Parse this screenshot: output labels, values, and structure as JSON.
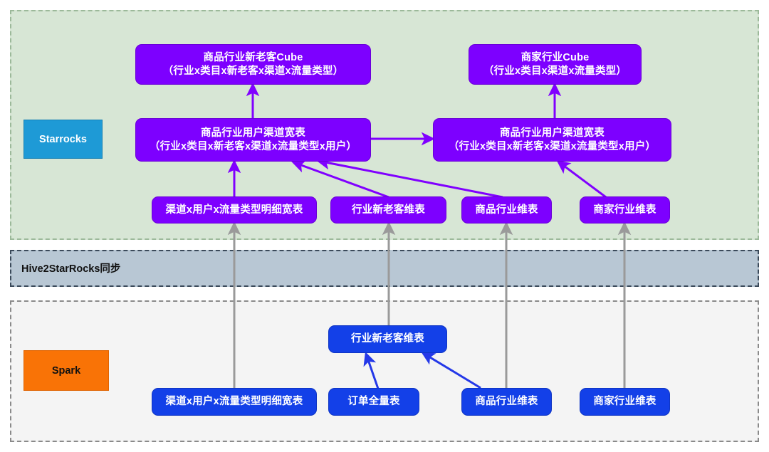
{
  "diagram": {
    "title": "Starrocks / Spark 数据分层链路图",
    "colors": {
      "purple_node": "#7d00ff",
      "blue_node": "#1340e8",
      "starrocks_band": "#d7e6d5",
      "sync_band": "#b8c7d4",
      "spark_band": "#f4f4f4",
      "starrocks_tag": "#1e9ad6",
      "spark_tag": "#f97306",
      "purple_arrow": "#8000ff",
      "blue_arrow": "#2438e8",
      "gray_arrow": "#9a9a9a"
    }
  },
  "bands": {
    "starrocks": {
      "tag_label": "Starrocks"
    },
    "sync": {
      "label": "Hive2StarRocks同步"
    },
    "spark": {
      "tag_label": "Spark"
    }
  },
  "starrocks_nodes": [
    {
      "id": "cube-product",
      "name": "product-industry-new-old-customer-cube",
      "label": "商品行业新老客Cube\n（行业x类目x新老客x渠道x流量类型）"
    },
    {
      "id": "cube-merchant",
      "name": "merchant-industry-cube",
      "label": "商家行业Cube\n（行业x类目x渠道x流量类型）"
    },
    {
      "id": "wide-left",
      "name": "product-industry-user-channel-wide-table-left",
      "label": "商品行业用户渠道宽表\n（行业x类目x新老客x渠道x流量类型x用户）"
    },
    {
      "id": "wide-right",
      "name": "product-industry-user-channel-wide-table-right",
      "label": "商品行业用户渠道宽表\n（行业x类目x新老客x渠道x流量类型x用户）"
    },
    {
      "id": "sr-detail",
      "name": "channel-user-traffic-type-detail-wide-table",
      "label": "渠道x用户x流量类型明细宽表"
    },
    {
      "id": "sr-dim-newold",
      "name": "industry-new-old-customer-dim-table",
      "label": "行业新老客维表"
    },
    {
      "id": "sr-dim-product",
      "name": "product-industry-dim-table",
      "label": "商品行业维表"
    },
    {
      "id": "sr-dim-merchant",
      "name": "merchant-industry-dim-table",
      "label": "商家行业维表"
    }
  ],
  "spark_nodes": [
    {
      "id": "sp-dim-newold",
      "name": "industry-new-old-customer-dim-table",
      "label": "行业新老客维表"
    },
    {
      "id": "sp-detail",
      "name": "channel-user-traffic-type-detail-wide-table",
      "label": "渠道x用户x流量类型明细宽表"
    },
    {
      "id": "sp-order",
      "name": "order-full-table",
      "label": "订单全量表"
    },
    {
      "id": "sp-dim-product",
      "name": "product-industry-dim-table",
      "label": "商品行业维表"
    },
    {
      "id": "sp-dim-merchant",
      "name": "merchant-industry-dim-table",
      "label": "商家行业维表"
    }
  ],
  "edges": [
    {
      "from": "wide-left",
      "to": "cube-product",
      "color": "purple"
    },
    {
      "from": "wide-right",
      "to": "cube-merchant",
      "color": "purple"
    },
    {
      "from": "wide-left",
      "to": "wide-right",
      "color": "purple"
    },
    {
      "from": "sr-detail",
      "to": "wide-left",
      "color": "purple"
    },
    {
      "from": "sr-dim-newold",
      "to": "wide-left",
      "color": "purple"
    },
    {
      "from": "sr-dim-product",
      "to": "wide-left",
      "color": "purple"
    },
    {
      "from": "sr-dim-merchant",
      "to": "wide-right",
      "color": "purple"
    },
    {
      "from": "sp-order",
      "to": "sp-dim-newold",
      "color": "blue"
    },
    {
      "from": "sp-dim-product",
      "to": "sp-dim-newold",
      "color": "blue"
    },
    {
      "from": "sp-detail",
      "to": "sr-detail",
      "color": "gray"
    },
    {
      "from": "sp-dim-newold",
      "to": "sr-dim-newold",
      "color": "gray"
    },
    {
      "from": "sp-dim-product",
      "to": "sr-dim-product",
      "color": "gray"
    },
    {
      "from": "sp-dim-merchant",
      "to": "sr-dim-merchant",
      "color": "gray"
    }
  ]
}
